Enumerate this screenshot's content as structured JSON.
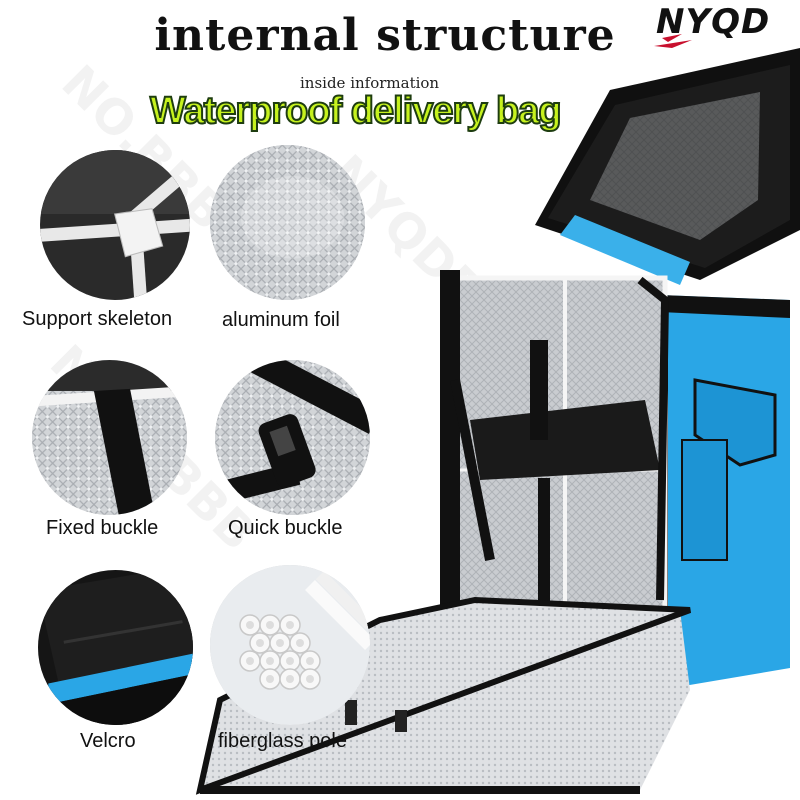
{
  "header": {
    "title": "internal structure",
    "brand": "NYQD",
    "subtitle": "inside information",
    "headline": "Waterproof delivery bag"
  },
  "features": [
    {
      "label": "Support skeleton",
      "icon": "support-skeleton-icon"
    },
    {
      "label": "aluminum foil",
      "icon": "aluminum-foil-icon"
    },
    {
      "label": "Fixed buckle",
      "icon": "fixed-buckle-icon"
    },
    {
      "label": "Quick buckle",
      "icon": "quick-buckle-icon"
    },
    {
      "label": "Velcro",
      "icon": "velcro-icon"
    },
    {
      "label": "fiberglass pole",
      "icon": "fiberglass-pole-icon"
    }
  ],
  "colors": {
    "bag_blue": "#2aa6e6",
    "headline_green": "#c6f21e",
    "foil": "#c9ccd0"
  }
}
